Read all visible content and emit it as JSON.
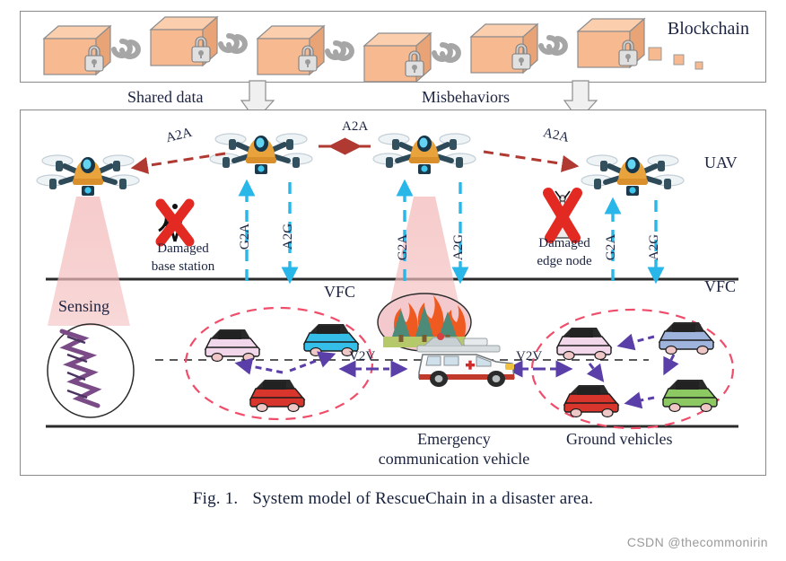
{
  "figure": {
    "caption_tag": "Fig. 1.",
    "caption_text": "System model of RescueChain in a disaster area.",
    "watermark": "CSDN @thecommonirin"
  },
  "blockchain_panel": {
    "title": "Blockchain",
    "block_count": 6,
    "trailing_dots": 3,
    "block_color": "#f7b98f",
    "block_top_color": "#fbcfae",
    "block_side_color": "#e8a477",
    "chain_color": "#9d9d9d",
    "lock_color": "#d8d8d8"
  },
  "uplinks": [
    {
      "label": "Shared data",
      "arrow": "up-arrow-icon"
    },
    {
      "label": "Misbehaviors",
      "arrow": "up-arrow-icon"
    }
  ],
  "scene": {
    "uav_label": "UAV",
    "a2a_links": [
      "A2A",
      "A2A",
      "A2A"
    ],
    "a2a_color": "#b03a32",
    "air_ground_color": "#29b6e8",
    "g2a_label": "G2A",
    "a2g_label": "A2G",
    "air_ground_pairs": 3,
    "damaged_base_station": {
      "line1": "Damaged",
      "line2": "base station"
    },
    "damaged_edge_node": {
      "line1": "Damaged",
      "line2": "edge node"
    },
    "sensing_label": "Sensing",
    "vfc_labels": [
      "VFC",
      "VFC"
    ],
    "v2v_labels": [
      "V2V",
      "V2V"
    ],
    "v2v_color": "#5b3fa8",
    "cluster_ellipse_color": "#ef4d6a",
    "emergency_vehicle": {
      "line1": "Emergency",
      "line2": "communication vehicle"
    },
    "ground_vehicles_label": "Ground vehicles",
    "left_cluster_cars": [
      "pink",
      "cyan",
      "red"
    ],
    "right_cluster_cars": [
      "pink",
      "blue",
      "red",
      "green"
    ],
    "car_colors": {
      "pink": "#f2d7ea",
      "cyan": "#35bfe8",
      "red": "#d8352c",
      "blue": "#9fb4dc",
      "green": "#8cc963"
    },
    "fire_scene": {
      "trees": 4,
      "tree_color": "#4e8a78",
      "flame_color": "#ef5a21"
    },
    "beam_color": "#f0b6b6"
  }
}
